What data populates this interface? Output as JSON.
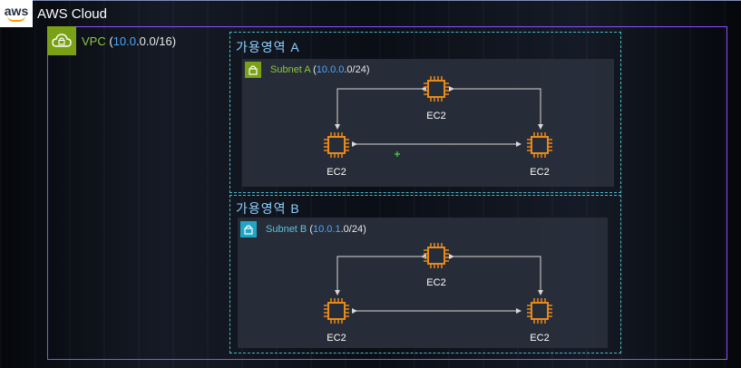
{
  "header": {
    "logo_text": "aws",
    "title": "AWS Cloud"
  },
  "vpc": {
    "label": "VPC",
    "cidr_open": "(",
    "cidr_prefix": "10.0",
    "cidr_suffix": ".0.0/16",
    "cidr_close": ")",
    "icon": "vpc-cloud-lock-icon"
  },
  "az_a": {
    "label": "가용영역 A",
    "subnet": {
      "label": "Subnet A",
      "cidr_open": "(",
      "cidr_prefix": "10.0.0",
      "cidr_suffix": ".0/24",
      "cidr_close": ")",
      "icon": "lock-icon"
    },
    "instances": [
      "EC2",
      "EC2",
      "EC2"
    ]
  },
  "az_b": {
    "label": "가용영역 B",
    "subnet": {
      "label": "Subnet B",
      "cidr_open": "(",
      "cidr_prefix": "10.0.1",
      "cidr_suffix": ".0/24",
      "cidr_close": ")",
      "icon": "lock-icon"
    },
    "instances": [
      "EC2",
      "EC2",
      "EC2"
    ]
  },
  "colors": {
    "vpc_border": "#8c4fff",
    "vpc_icon_bg": "#7aa116",
    "subnet_a_accent": "#7aa116",
    "subnet_b_accent": "#1fa6c4",
    "ec2_orange": "#e88a1a",
    "az_border": "#4fb6c9"
  }
}
